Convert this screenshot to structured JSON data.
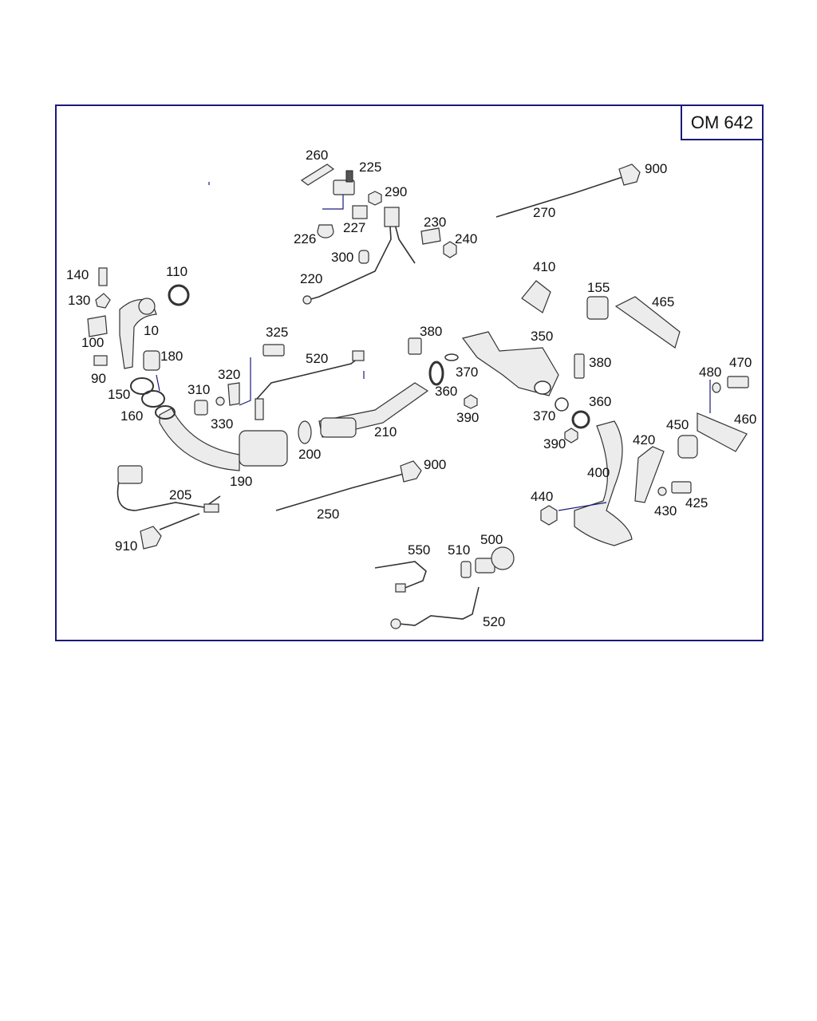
{
  "header": {
    "badge": "OM 642"
  },
  "labels": {
    "l260": "260",
    "l225": "225",
    "l290": "290",
    "l900a": "900",
    "l270": "270",
    "l226": "226",
    "l227": "227",
    "l230": "230",
    "l240": "240",
    "l300": "300",
    "l220": "220",
    "l410": "410",
    "l155": "155",
    "l465": "465",
    "l140": "140",
    "l110": "110",
    "l130": "130",
    "l10": "10",
    "l100": "100",
    "l325": "325",
    "l380a": "380",
    "l350": "350",
    "l180": "180",
    "l520a": "520",
    "l380b": "380",
    "l90": "90",
    "l320": "320",
    "l370a": "370",
    "l470": "470",
    "l480": "480",
    "l150": "150",
    "l310": "310",
    "l360a": "360",
    "l360b": "360",
    "l160": "160",
    "l330": "330",
    "l390a": "390",
    "l370b": "370",
    "l460": "460",
    "l210": "210",
    "l450": "450",
    "l200": "200",
    "l390b": "390",
    "l420": "420",
    "l900b": "900",
    "l190": "190",
    "l400": "400",
    "l205": "205",
    "l440": "440",
    "l425": "425",
    "l430": "430",
    "l250": "250",
    "l910": "910",
    "l500": "500",
    "l550": "550",
    "l510": "510",
    "l520b": "520"
  }
}
